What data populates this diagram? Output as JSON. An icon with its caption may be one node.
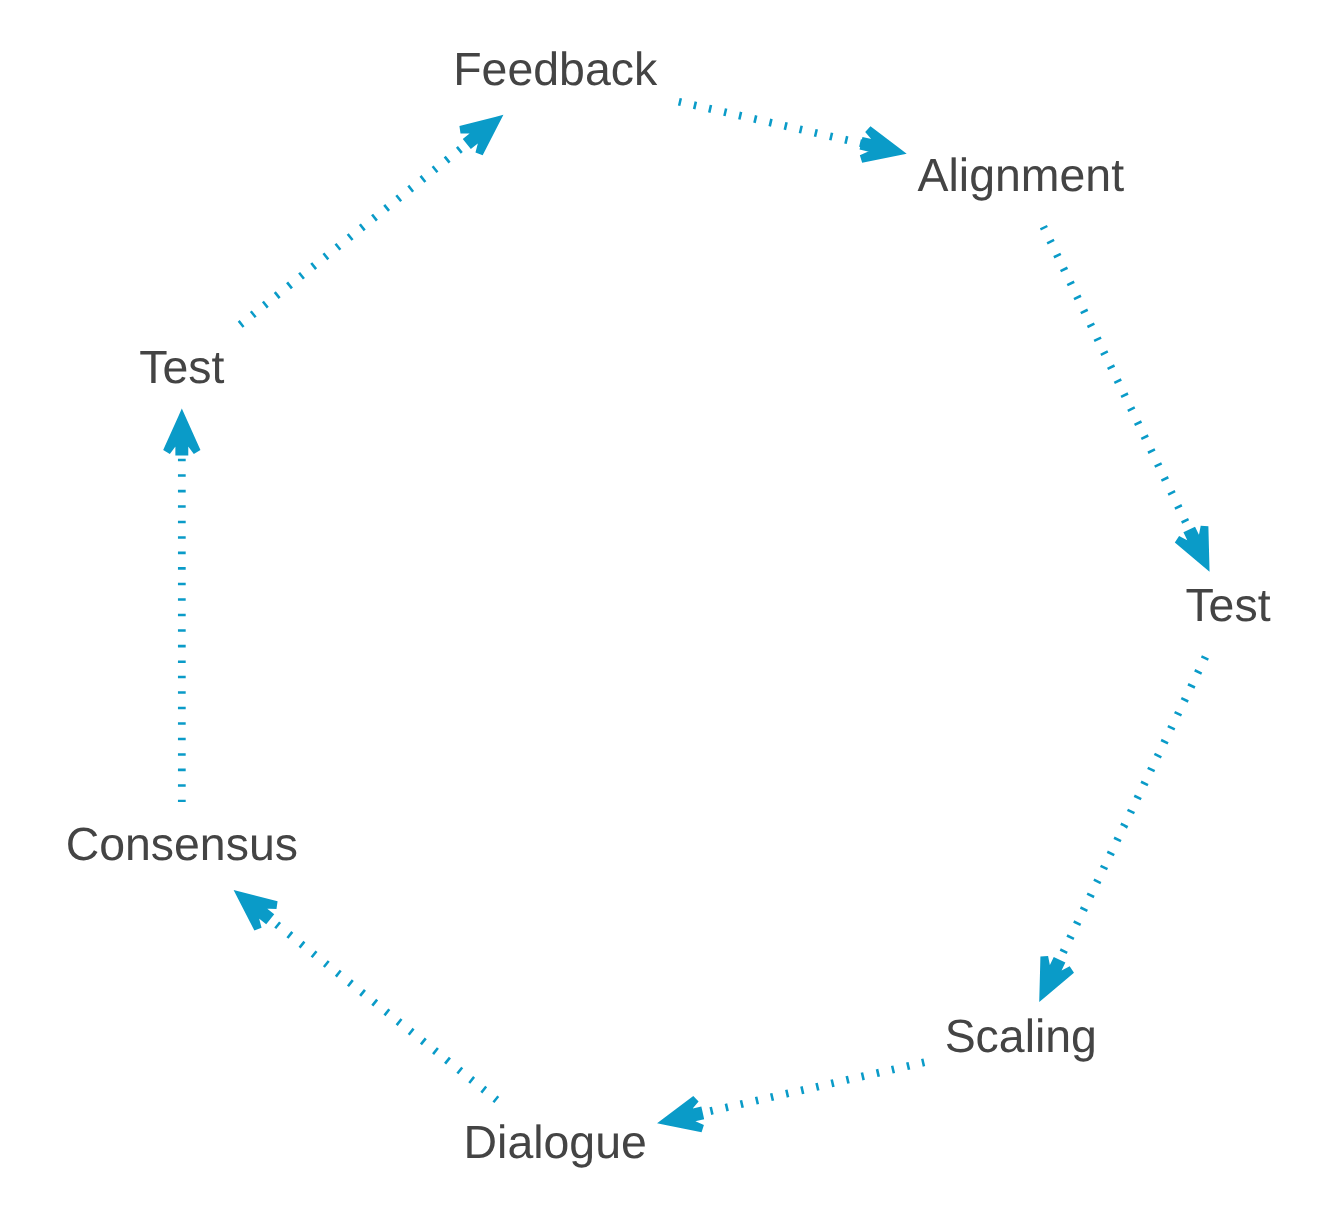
{
  "diagram": {
    "nodes": [
      {
        "text": [
          "Scaling"
        ]
      },
      {
        "text": [
          "Dialogue"
        ]
      },
      {
        "text": [
          "Test"
        ]
      },
      {
        "text": [
          "Consensus"
        ]
      },
      {
        "text": [
          "Alignment"
        ]
      },
      {
        "text": [
          "Test"
        ]
      },
      {
        "text": [
          "Feedback"
        ]
      }
    ],
    "edges": [
      {
        "from": 0,
        "to": 1,
        "arrow": "to"
      },
      {
        "from": 1,
        "to": 3,
        "arrow": "to"
      },
      {
        "from": 3,
        "to": 5,
        "arrow": "to"
      },
      {
        "from": 5,
        "to": 6,
        "arrow": "to"
      },
      {
        "from": 6,
        "to": 4,
        "arrow": "to"
      },
      {
        "from": 4,
        "to": 2,
        "arrow": "to"
      },
      {
        "from": 2,
        "to": 0,
        "arrow": "to"
      }
    ]
  }
}
